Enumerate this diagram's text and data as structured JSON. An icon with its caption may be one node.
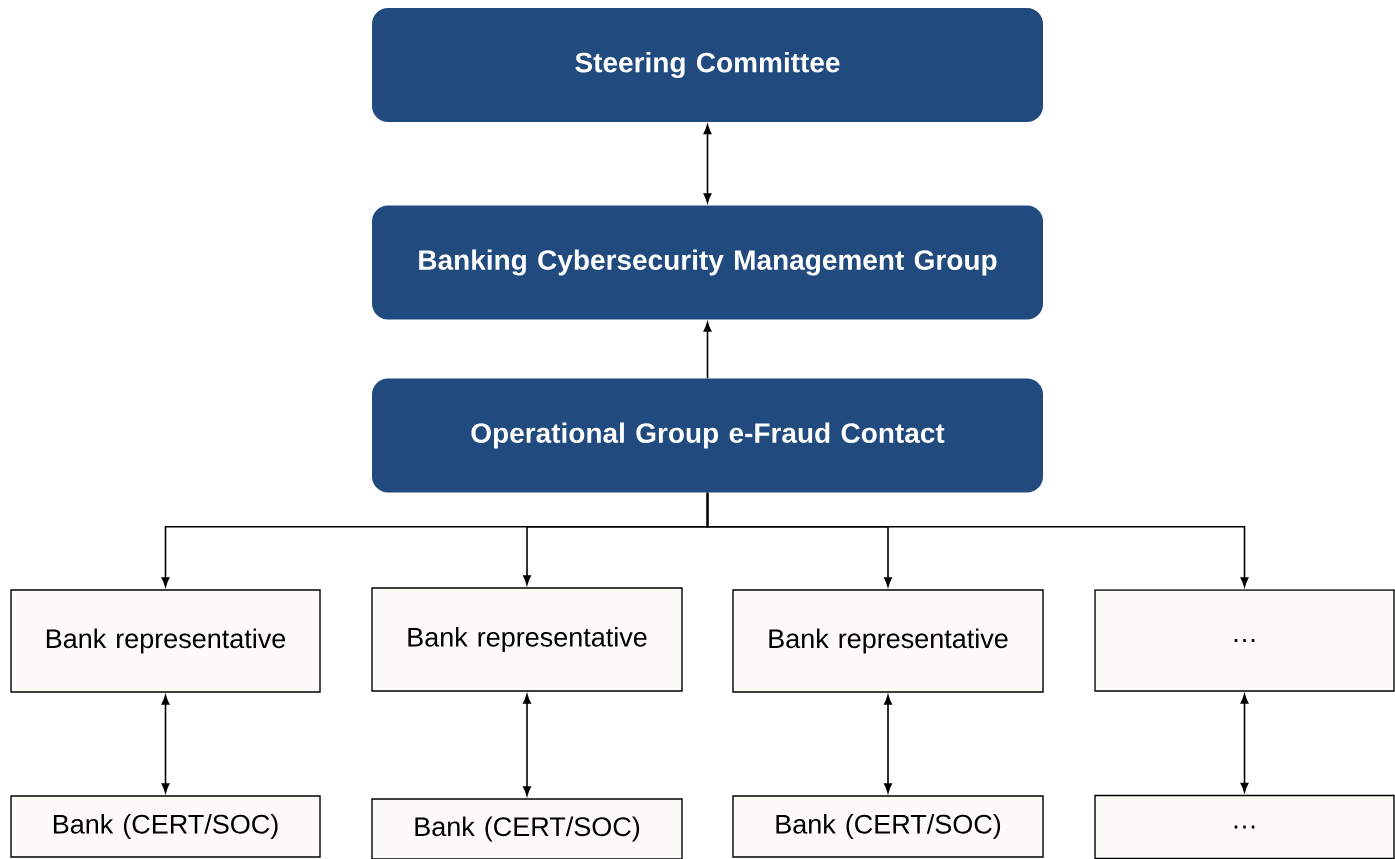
{
  "diagram": {
    "nodes": [
      {
        "text": [
          "Steering Committee"
        ]
      },
      {
        "text": [
          "Banking Cybersecurity Management Group"
        ]
      },
      {
        "text": [
          "Operational Group e-Fraud Contact"
        ]
      },
      {
        "text": [
          "Bank representative"
        ]
      },
      {
        "text": [
          "Bank representative"
        ]
      },
      {
        "text": [
          "Bank representative"
        ]
      },
      {
        "text": [
          "…"
        ]
      },
      {
        "text": [
          "Bank (CERT/SOC)"
        ]
      },
      {
        "text": [
          "Bank (CERT/SOC)"
        ]
      },
      {
        "text": [
          "Bank (CERT/SOC)"
        ]
      },
      {
        "text": [
          "…"
        ]
      }
    ],
    "edges": [
      {
        "from": 0,
        "to": 1,
        "arrow": "both"
      },
      {
        "from": 2,
        "to": 1,
        "arrow": "to"
      },
      {
        "from": 2,
        "to": 3,
        "arrow": "to"
      },
      {
        "from": 2,
        "to": 4,
        "arrow": "to"
      },
      {
        "from": 2,
        "to": 5,
        "arrow": "to"
      },
      {
        "from": 2,
        "to": 6,
        "arrow": "to"
      },
      {
        "from": 3,
        "to": 7,
        "arrow": "both"
      },
      {
        "from": 4,
        "to": 8,
        "arrow": "both"
      },
      {
        "from": 5,
        "to": 9,
        "arrow": "both"
      },
      {
        "from": 6,
        "to": 10,
        "arrow": "both"
      }
    ]
  }
}
